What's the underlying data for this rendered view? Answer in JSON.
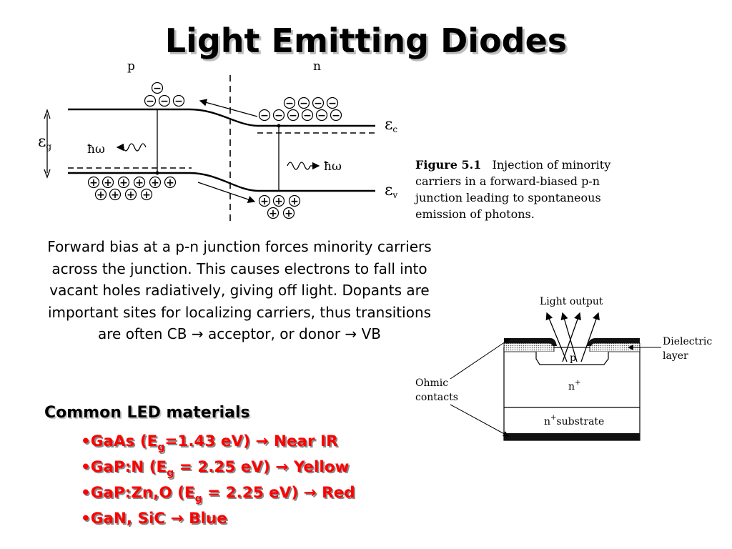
{
  "slide": {
    "title": "Light Emitting Diodes"
  },
  "band_diagram": {
    "p_label": "p",
    "n_label": "n",
    "eg_symbol": "ε",
    "eg_sub": "g",
    "ec_symbol": "ε",
    "ec_sub": "c",
    "ev_symbol": "ε",
    "ev_sub": "v",
    "photon_left": "ħω",
    "photon_right": "ħω",
    "electron_glyph": "−",
    "hole_glyph": "+"
  },
  "figure_caption": {
    "label": "Figure 5.1",
    "text": "Injection of minority carriers in a forward-biased p-n junction leading to spontaneous emission of photons."
  },
  "body": {
    "paragraph": "Forward bias at a p-n junction forces minority carriers across the junction.  This causes electrons to fall into vacant holes radiatively, giving off light.  Dopants are important sites for localizing carriers, thus transitions are often CB → acceptor, or donor → VB"
  },
  "device_diagram": {
    "light_output": "Light output",
    "dielectric": "Dielectric",
    "layer": "layer",
    "ohmic": "Ohmic",
    "contacts": "contacts",
    "p_region": "p",
    "n_plus": "n",
    "plus": "+",
    "substrate_n": "n",
    "substrate_text": "substrate"
  },
  "materials": {
    "heading": "Common LED materials",
    "items": [
      {
        "prefix": "•GaAs (E",
        "sub": "g",
        "suffix": "=1.43 eV) → Near IR"
      },
      {
        "prefix": "•GaP:N (E",
        "sub": "g",
        "suffix": " = 2.25 eV) → Yellow"
      },
      {
        "prefix": "•GaP:Zn,O (E",
        "sub": "g",
        "suffix": " = 2.25 eV) → Red"
      },
      {
        "prefix": "•GaN, SiC → Blue",
        "sub": "",
        "suffix": ""
      }
    ]
  },
  "colors": {
    "materials_text": "#ff0000",
    "title_shadow": "#bdbdbd"
  }
}
